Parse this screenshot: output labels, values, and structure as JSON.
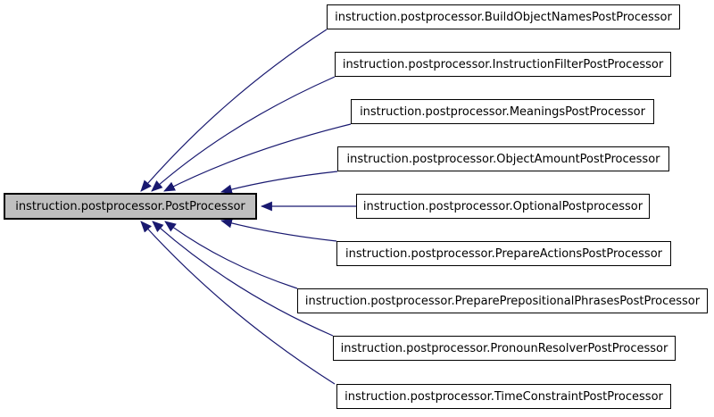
{
  "diagram": {
    "type": "class-inheritance-graph",
    "base_class": {
      "label": "instruction.postprocessor.PostProcessor"
    },
    "derived_classes": [
      {
        "label": "instruction.postprocessor.BuildObjectNamesPostProcessor"
      },
      {
        "label": "instruction.postprocessor.InstructionFilterPostProcessor"
      },
      {
        "label": "instruction.postprocessor.MeaningsPostProcessor"
      },
      {
        "label": "instruction.postprocessor.ObjectAmountPostProcessor"
      },
      {
        "label": "instruction.postprocessor.OptionalPostprocessor"
      },
      {
        "label": "instruction.postprocessor.PrepareActionsPostProcessor"
      },
      {
        "label": "instruction.postprocessor.PreparePrepositionalPhrasesPostProcessor"
      },
      {
        "label": "instruction.postprocessor.PronounResolverPostProcessor"
      },
      {
        "label": "instruction.postprocessor.TimeConstraintPostProcessor"
      }
    ],
    "colors": {
      "edge": "#191970",
      "node_border": "#000000",
      "node_fill": "#ffffff",
      "base_fill": "#bfbfbf",
      "background": "#ffffff"
    }
  }
}
